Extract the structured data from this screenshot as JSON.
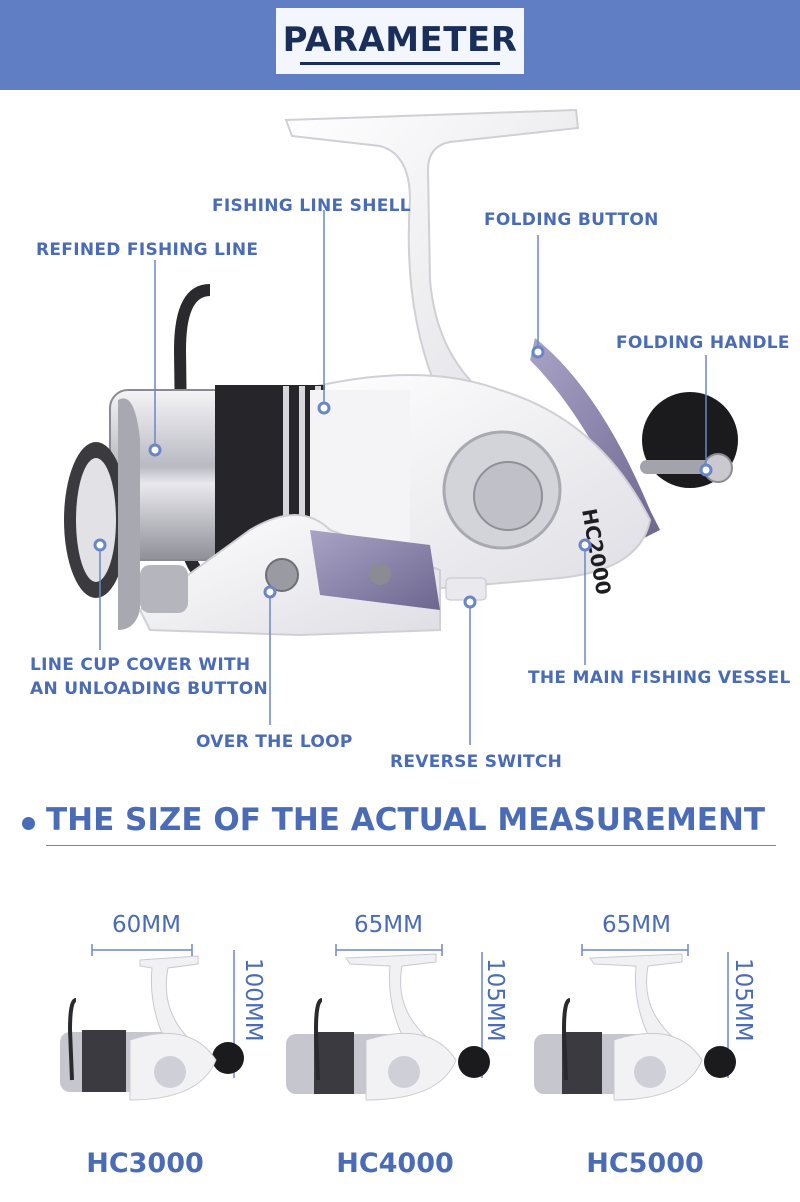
{
  "header": {
    "title": "PARAMETER"
  },
  "reel": {
    "callouts": {
      "fishing_line_shell": "FISHING LINE SHELL",
      "folding_button": "FOLDING BUTTON",
      "refined_fishing_line": "REFINED FISHING LINE",
      "folding_handle": "FOLDING HANDLE",
      "line_cup_cover": "LINE CUP COVER WITH AN UNLOADING BUTTON",
      "main_fishing_vessel": "THE MAIN FISHING VESSEL",
      "over_the_loop": "OVER THE LOOP",
      "reverse_switch": "REVERSE SWITCH"
    },
    "body_marking": "HC2000"
  },
  "sizes": {
    "title": "THE SIZE OF THE ACTUAL MEASUREMENT",
    "models": [
      {
        "name": "HC3000",
        "width": "60MM",
        "height": "100MM"
      },
      {
        "name": "HC4000",
        "width": "65MM",
        "height": "105MM"
      },
      {
        "name": "HC5000",
        "width": "65MM",
        "height": "105MM"
      }
    ]
  },
  "colors": {
    "accent": "#4a6bb5",
    "header_band": "#5f7ec3",
    "reel_body": "#f2f2f4",
    "reel_trim": "#8d86ad"
  }
}
